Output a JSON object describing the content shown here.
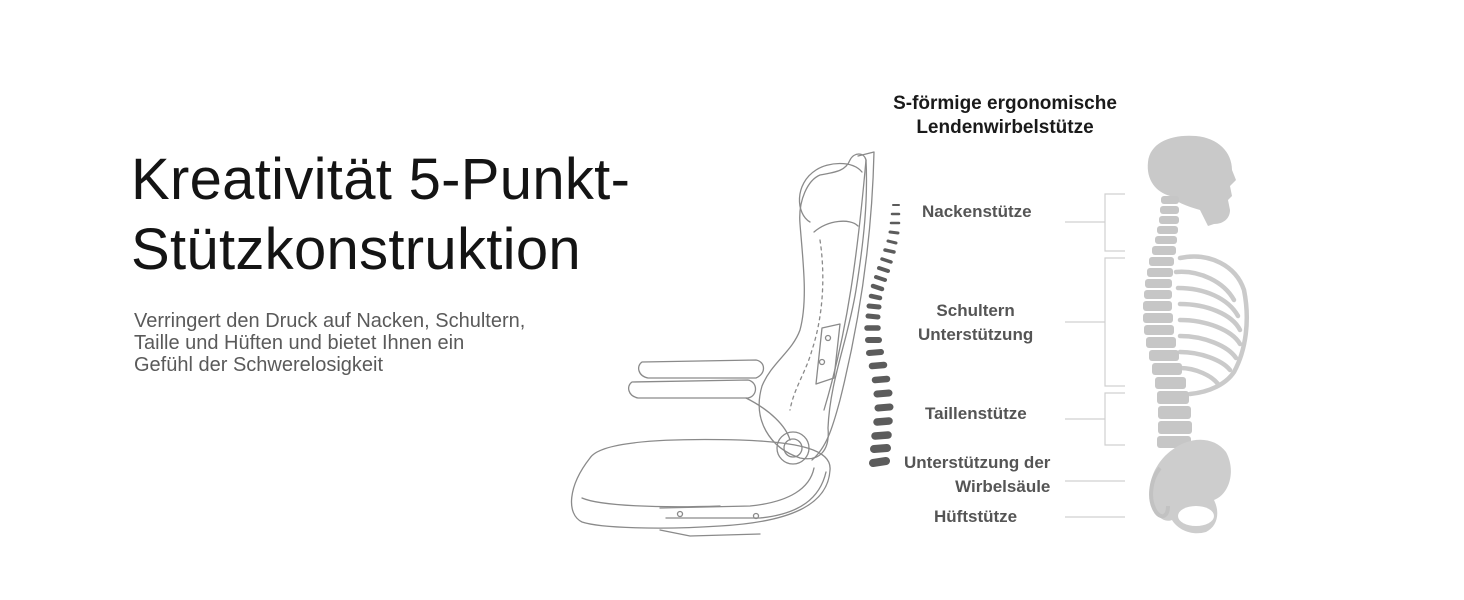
{
  "headline": {
    "line1": "Kreativität 5-Punkt-",
    "line2": "Stützkonstruktion"
  },
  "description": {
    "line1": "Verringert den Druck auf Nacken, Schultern,",
    "line2": "Taille und Hüften und bietet Ihnen ein",
    "line3": "Gefühl der Schwerelosigkeit"
  },
  "spine_title": {
    "line1": "S-förmige ergonomische",
    "line2": "Lendenwirbelstütze"
  },
  "support_points": {
    "neck": "Nackenstütze",
    "shoulders_1": "Schultern",
    "shoulders_2": "Unterstützung",
    "waist": "Taillenstütze",
    "spine_1": "Unterstützung der",
    "spine_2": "Wirbelsäule",
    "hip": "Hüftstütze"
  },
  "colors": {
    "headline": "#141414",
    "body_text": "#5a5a5a",
    "label_text": "#555555",
    "skeleton": "#c4c4c4",
    "curve_dashes": "#5c5c5c",
    "chair_line": "#8a8a8a"
  },
  "icons": [
    "office-chair-illustration",
    "s-curve-dashes",
    "skeleton-illustration"
  ]
}
